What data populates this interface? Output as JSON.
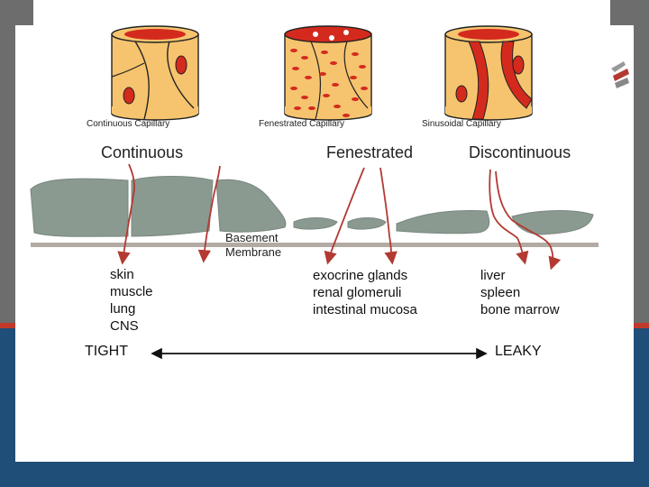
{
  "capillaries": [
    {
      "label": "Continuous Capillary"
    },
    {
      "label": "Fenestrated Capillary"
    },
    {
      "label": "Sinusoidal Capillary"
    }
  ],
  "types": [
    {
      "label": "Continuous",
      "sites": [
        "skin",
        "muscle",
        "lung",
        "CNS"
      ]
    },
    {
      "label": "Fenestrated",
      "sites": [
        "exocrine glands",
        "renal glomeruli",
        "intestinal mucosa"
      ]
    },
    {
      "label": "Discontinuous",
      "sites": [
        "liver",
        "spleen",
        "bone marrow"
      ]
    }
  ],
  "basement_membrane": {
    "line1": "Basement",
    "line2": "Membrane"
  },
  "scale": {
    "left": "TIGHT",
    "right": "LEAKY"
  },
  "colors": {
    "capillary_wall": "#f6c46e",
    "blood_red": "#d42a1e",
    "cell_gray": "#8b9a90",
    "membrane": "#b3aaa4",
    "arrow": "#b23a32",
    "slide_gray": "#6d6d6d",
    "slide_red": "#c0392b",
    "slide_blue": "#1f4e79"
  }
}
